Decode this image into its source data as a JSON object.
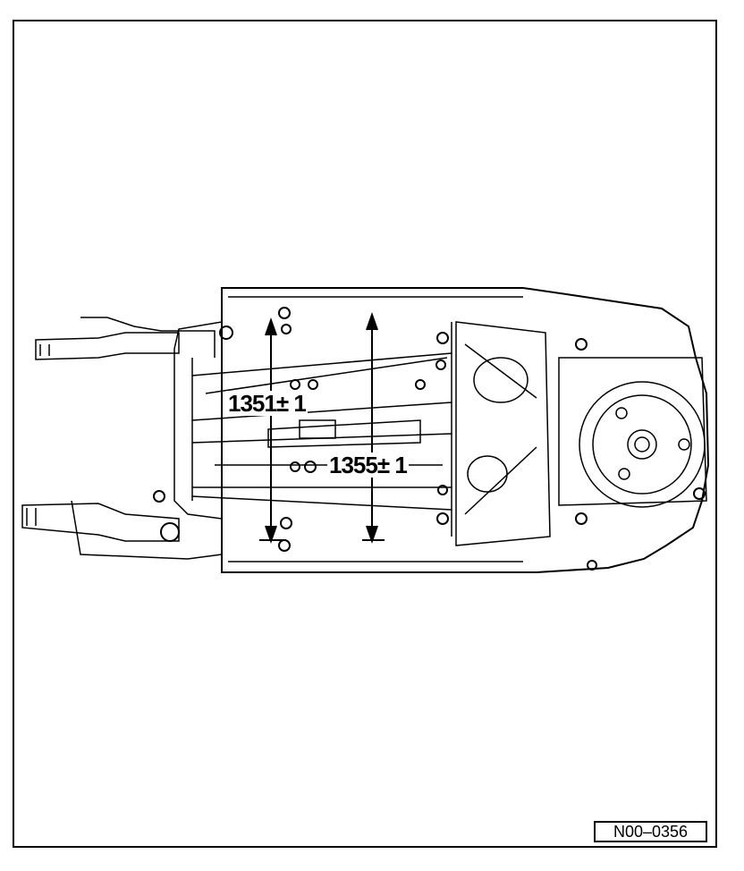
{
  "diagram": {
    "dimensions": [
      {
        "id": "front",
        "label": "1351± 1"
      },
      {
        "id": "rear",
        "label": "1355± 1"
      }
    ],
    "reference": "N00–0356",
    "colors": {
      "line": "#000000",
      "background": "#ffffff"
    }
  }
}
